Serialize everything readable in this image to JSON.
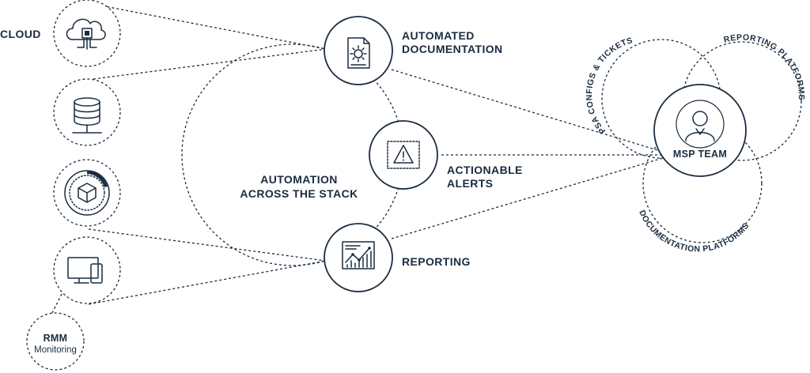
{
  "colors": {
    "ink": "#1a2c40",
    "background": "#ffffff"
  },
  "sources": [
    {
      "id": "cloud",
      "label": "CLOUD",
      "icon": "cloud-chip-icon"
    },
    {
      "id": "server",
      "label": "",
      "icon": "server-stack-icon"
    },
    {
      "id": "hub",
      "label": "",
      "icon": "cube-hub-icon"
    },
    {
      "id": "devices",
      "label": "",
      "icon": "desktop-mobile-icon"
    }
  ],
  "rmm": {
    "title": "RMM",
    "subtitle": "Monitoring"
  },
  "center_label": [
    "AUTOMATION",
    "ACROSS THE STACK"
  ],
  "nodes": [
    {
      "id": "documentation",
      "label": [
        "AUTOMATED",
        "DOCUMENTATION"
      ],
      "icon": "document-gear-icon"
    },
    {
      "id": "alerts",
      "label": [
        "ACTIONABLE",
        "ALERTS"
      ],
      "icon": "warning-icon"
    },
    {
      "id": "reporting",
      "label": [
        "REPORTING"
      ],
      "icon": "report-chart-icon"
    }
  ],
  "msp": {
    "team_label": "MSP TEAM",
    "icon": "person-icon",
    "arcs": {
      "psa": "PSA CONFIGS & TICKETS",
      "reporting": "REPORTING PLATFORMS",
      "documentation": "DOCUMENTATION PLATFORMS"
    }
  }
}
